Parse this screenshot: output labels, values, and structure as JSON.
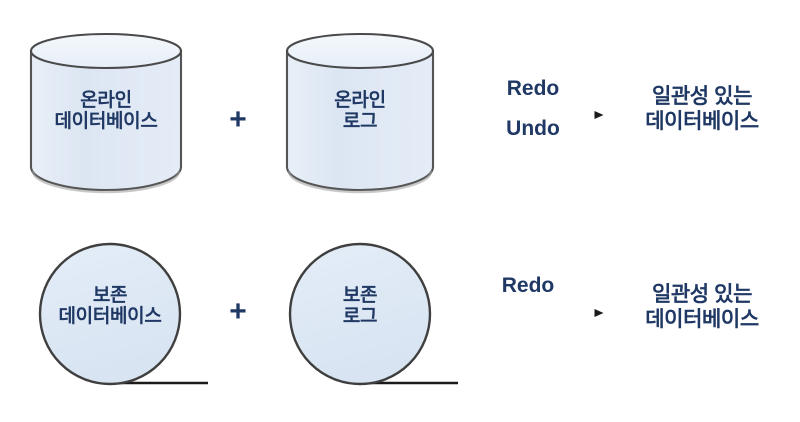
{
  "diagram": {
    "title_text_color": "#1F3864",
    "shape_fill": "#DCE6F2",
    "shape_stroke": "#3F3F3F",
    "rows": [
      {
        "id": "online-row",
        "shape_type": "cylinder",
        "source_label": "온라인\n데이터베이스",
        "operator": "+",
        "second_label": "온라인\n로그",
        "arrow_label_above": "Redo",
        "arrow_label_below": "Undo",
        "result_label": "일관성 있는\n데이터베이스"
      },
      {
        "id": "archive-row",
        "shape_type": "reel",
        "source_label": "보존\n데이터베이스",
        "operator": "+",
        "second_label": "보존\n로그",
        "arrow_label_above": "Redo",
        "arrow_label_below": "",
        "result_label": "일관성 있는\n데이터베이스"
      }
    ]
  }
}
